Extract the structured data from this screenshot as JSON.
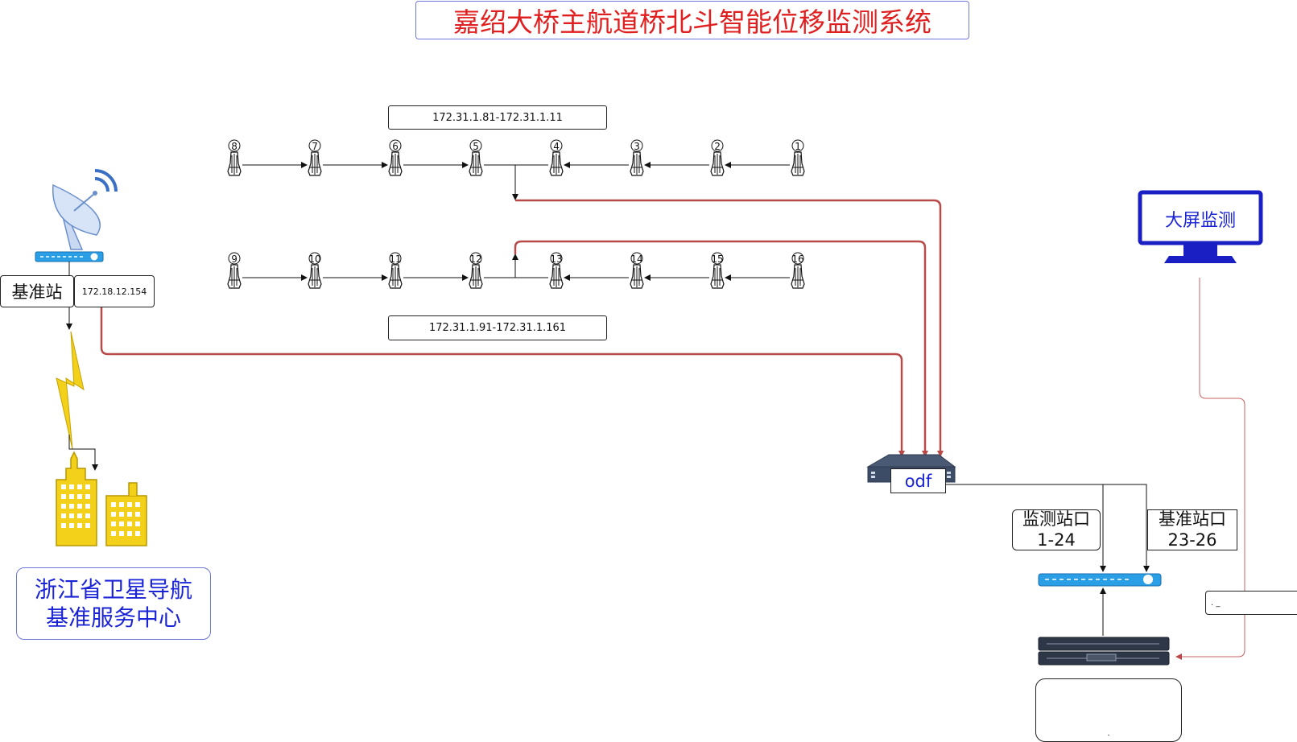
{
  "title": "嘉绍大桥主航道桥北斗智能位移监测系统",
  "ip_range_top": "172.31.1.81-172.31.1.11",
  "ip_range_bottom": "172.31.1.91-172.31.1.161",
  "top_stations": [
    "8",
    "7",
    "6",
    "5",
    "4",
    "3",
    "2",
    "1"
  ],
  "bottom_stations": [
    "9",
    "10",
    "11",
    "12",
    "13",
    "14",
    "15",
    "16"
  ],
  "base_station": {
    "label": "基准站",
    "ip": "172.18.12.154"
  },
  "navigation_center": {
    "line1": "浙江省卫星导航",
    "line2": "基准服务中心"
  },
  "odf_label": "odf",
  "big_screen_label": "大屏监测",
  "monitor_ports": {
    "line1": "监测站口",
    "line2": "1-24"
  },
  "base_ports": {
    "line1": "基准站口",
    "line2": "23-26"
  },
  "small_box_text": ".  _",
  "server_box_text": "."
}
